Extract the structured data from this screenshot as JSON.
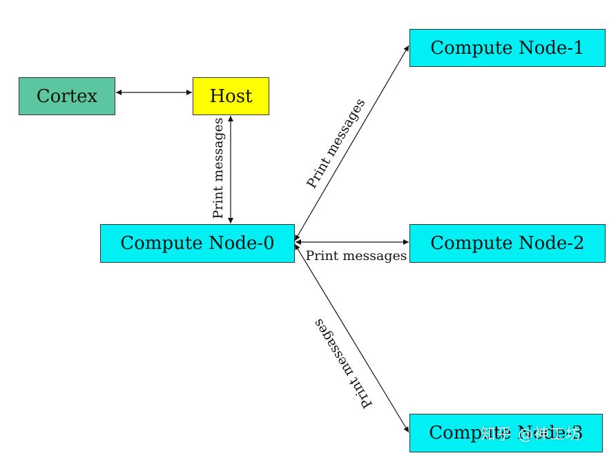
{
  "colors": {
    "cortex": "#5cc6a0",
    "host": "#ffff00",
    "compute": "#00f0f4",
    "edge": "#111111"
  },
  "nodes": {
    "cortex": "Cortex",
    "host": "Host",
    "node0": "Compute Node-0",
    "node1": "Compute Node-1",
    "node2": "Compute Node-2",
    "node3": "Compute Node-3"
  },
  "edges": {
    "host_node0_label": "Print messages",
    "node0_node1_label": "Print messages",
    "node0_node2_label": "Print messages",
    "node0_node3_label": "Print messages"
  },
  "watermark": "知乎 @神工坊"
}
